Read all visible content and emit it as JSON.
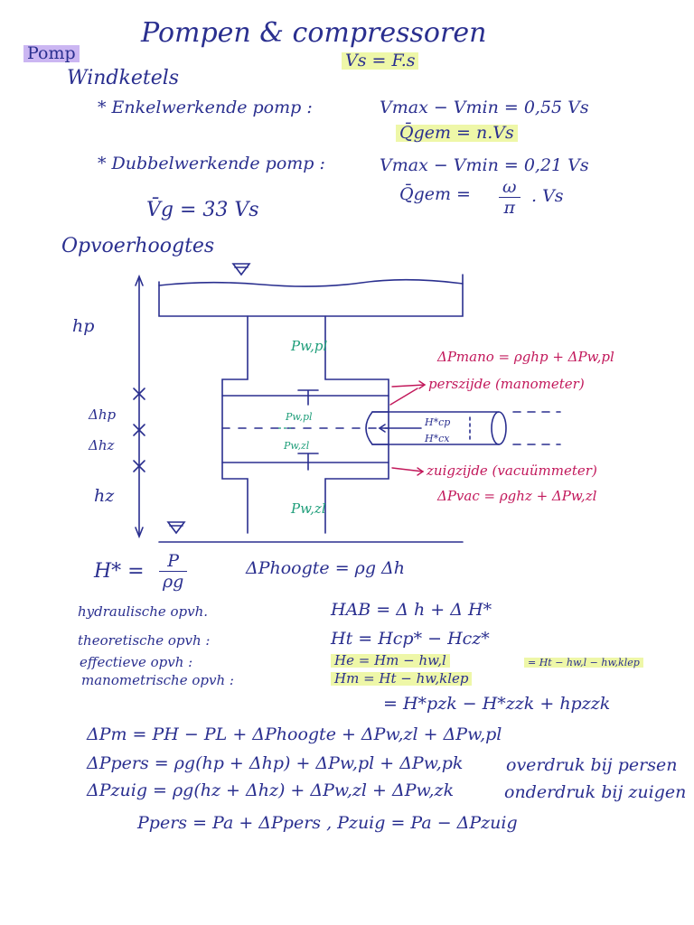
{
  "header": {
    "title": "Pompen & compressoren",
    "section_tag": "Pomp",
    "vs_formula": "Vs = F.s"
  },
  "windketels": {
    "heading": "Windketels",
    "enkel_label": "* Enkelwerkende pomp :",
    "enkel_formula": "Vmax − Vmin = 0,55 Vs",
    "enkel_q": "Q̄gem = n.Vs",
    "dubbel_label": "* Dubbelwerkende pomp :",
    "dubbel_formula": "Vmax − Vmin = 0,21 Vs",
    "dubbel_q_lhs": "Q̄gem =",
    "dubbel_q_num": "ω",
    "dubbel_q_den": "π",
    "dubbel_q_rhs": ". Vs",
    "vg_formula": "V̄g = 33 Vs"
  },
  "opvoerhoogtes": {
    "heading": "Opvoerhoogtes",
    "labels": {
      "hp": "hp",
      "dhp": "Δhp",
      "dhz": "Δhz",
      "hz": "hz",
      "pw_pl_top": "Pw,pl",
      "pw_pl_mid": "Pw,pl",
      "pw_zl_mid": "Pw,zl",
      "pw_zl_bot": "Pw,zl",
      "hcp": "H*cp",
      "hcx": "H*cx"
    },
    "annotations": {
      "dp_mano": "ΔPmano = ρghp + ΔPw,pl",
      "perszijde": "perszijde (manometer)",
      "zuigzijde": "zuigzijde (vacuümmeter)",
      "dp_vac": "ΔPvac = ρghz + ΔPw,zl"
    }
  },
  "formulas": {
    "hstar_lhs": "H* =",
    "hstar_num": "P",
    "hstar_den": "ρg",
    "dp_hoogte": "ΔPhoogte = ρg Δh",
    "rows": [
      {
        "label": "hydraulische opvh.",
        "formula": "HAB = Δ h + Δ H*",
        "highlight_label": false,
        "highlight_formula": false
      },
      {
        "label": "theoretische opvh :",
        "formula": "Ht = Hcp* − Hcz*",
        "highlight_label": false,
        "highlight_formula": false
      },
      {
        "label": "effectieve opvh :",
        "formula": "He = Hm − hw,l",
        "formula_extra": "= Ht − hw,l − hw,klep",
        "highlight_label": false,
        "highlight_formula": true
      },
      {
        "label": "manometrische opvh :",
        "formula": "Hm = Ht − hw,klep",
        "highlight_label": false,
        "highlight_formula": true
      }
    ],
    "hm_extra": "= H*pzk − H*zzk + hpzzk",
    "dpm": "ΔPm = PH − PL + ΔPhoogte + ΔPw,zl + ΔPw,pl",
    "dppers": "ΔPpers = ρg(hp + Δhp) + ΔPw,pl + ΔPw,pk",
    "dppers_note": "overdruk bij persen",
    "dpzuig": "ΔPzuig = ρg(hz + Δhz) + ΔPw,zl + ΔPw,zk",
    "dpzuig_note": "onderdruk bij zuigen",
    "ppers_pzuig": "Ppers = Pa + ΔPpers ,  Pzuig = Pa − ΔPzuig"
  },
  "colors": {
    "ink": "#2a2f8f",
    "pink": "#c2185b",
    "green": "#1f9e7a",
    "highlight_yellow": "#eef7a8",
    "highlight_purple": "#cbb6f2"
  }
}
